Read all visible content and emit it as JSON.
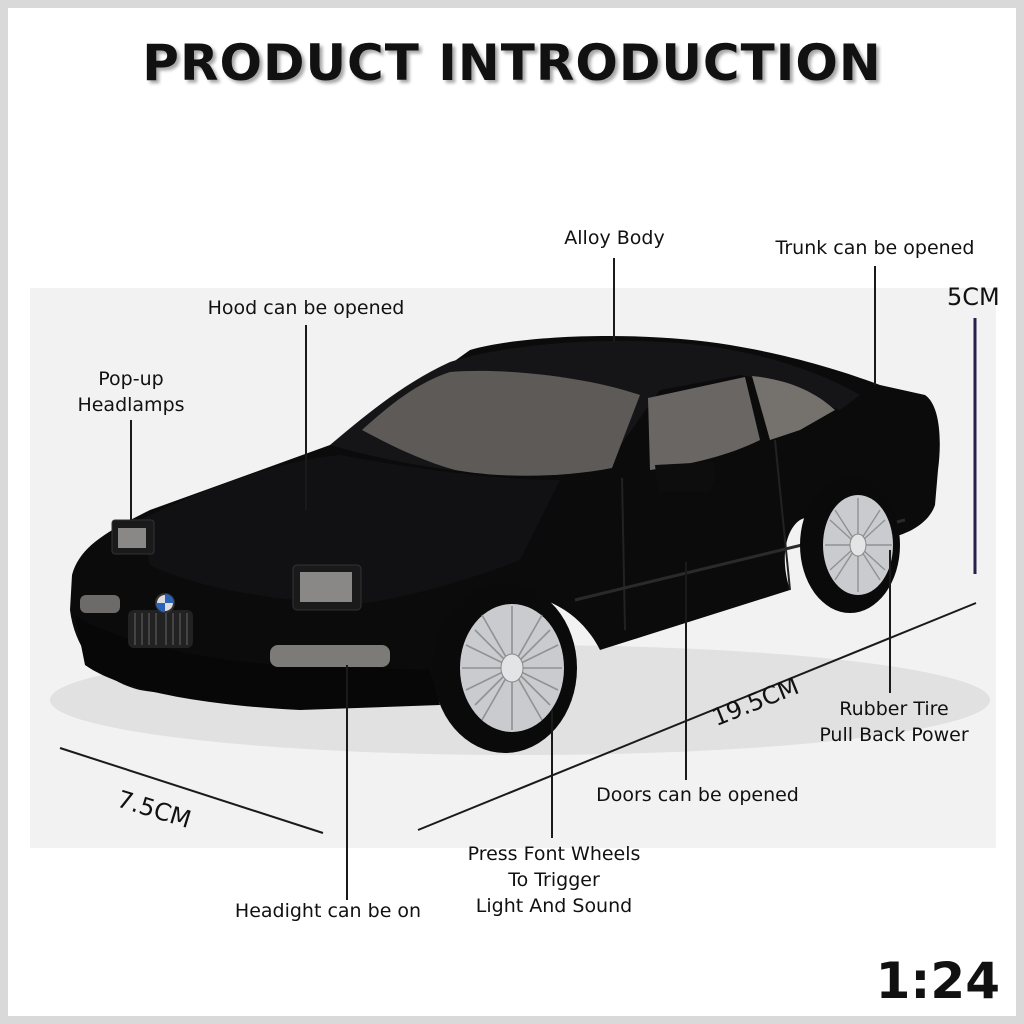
{
  "title": "PRODUCT INTRODUCTION",
  "scale": "1:24",
  "dimensions": {
    "height": "5CM",
    "length": "19.5CM",
    "width": "7.5CM"
  },
  "callouts": {
    "alloy_body": "Alloy Body",
    "trunk": "Trunk can be opened",
    "hood": "Hood can be opened",
    "popup_headlamps_line1": "Pop-up",
    "popup_headlamps_line2": "Headlamps",
    "rubber_tire_line1": "Rubber Tire",
    "rubber_tire_line2": "Pull Back Power",
    "doors": "Doors can be opened",
    "wheels_line1": "Press Font Wheels",
    "wheels_line2": "To Trigger",
    "wheels_line3": "Light And Sound",
    "headlight": "Headight can be on"
  },
  "colors": {
    "car_body": "#0b0b0c",
    "wheel": "#c9cbce",
    "line": "#1a1a1a",
    "height_line": "#2a1f4a"
  }
}
